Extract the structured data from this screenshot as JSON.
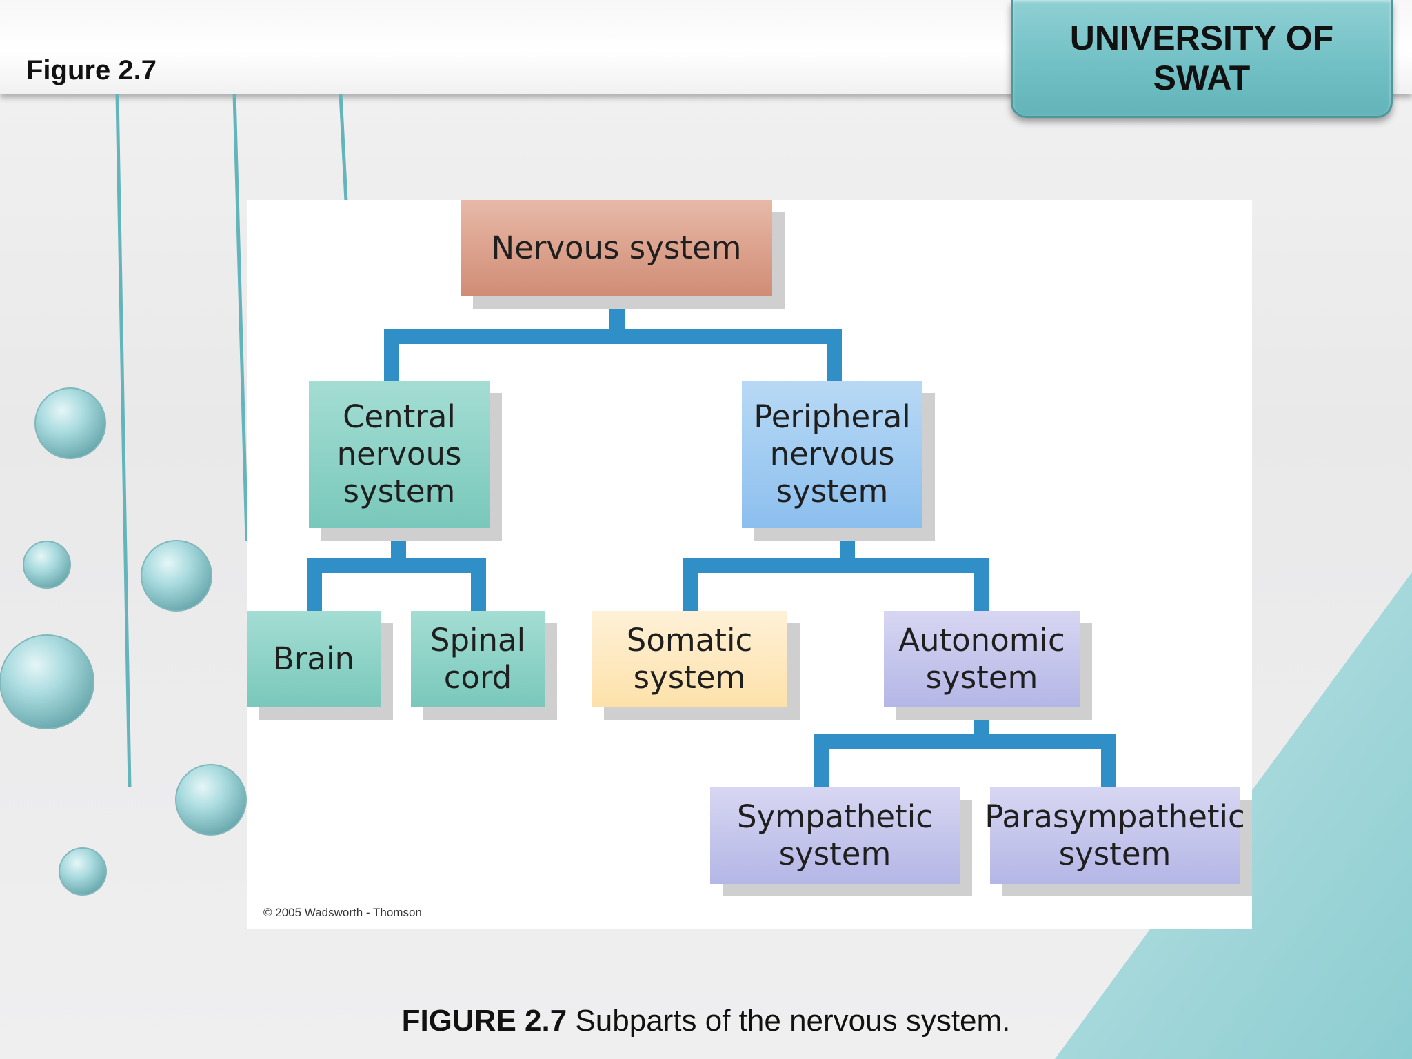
{
  "slide": {
    "label": "Figure 2.7",
    "brand_line1": "UNIVERSITY OF",
    "brand_line2": "SWAT"
  },
  "diagram": {
    "root": "Nervous system",
    "central": [
      "Central",
      "nervous",
      "system"
    ],
    "peripheral": [
      "Peripheral",
      "nervous",
      "system"
    ],
    "brain": "Brain",
    "spinal_cord": [
      "Spinal",
      "cord"
    ],
    "somatic": [
      "Somatic",
      "system"
    ],
    "autonomic": [
      "Autonomic",
      "system"
    ],
    "sympathetic": [
      "Sympathetic",
      "system"
    ],
    "parasympathetic": [
      "Parasympathetic",
      "system"
    ],
    "copyright": "© 2005 Wadsworth - Thomson"
  },
  "caption": {
    "label": "FIGURE 2.7",
    "text": " Subparts of the nervous system."
  },
  "colors": {
    "connector": "#2f8fc6",
    "accent_teal": "#6fbfc4"
  }
}
